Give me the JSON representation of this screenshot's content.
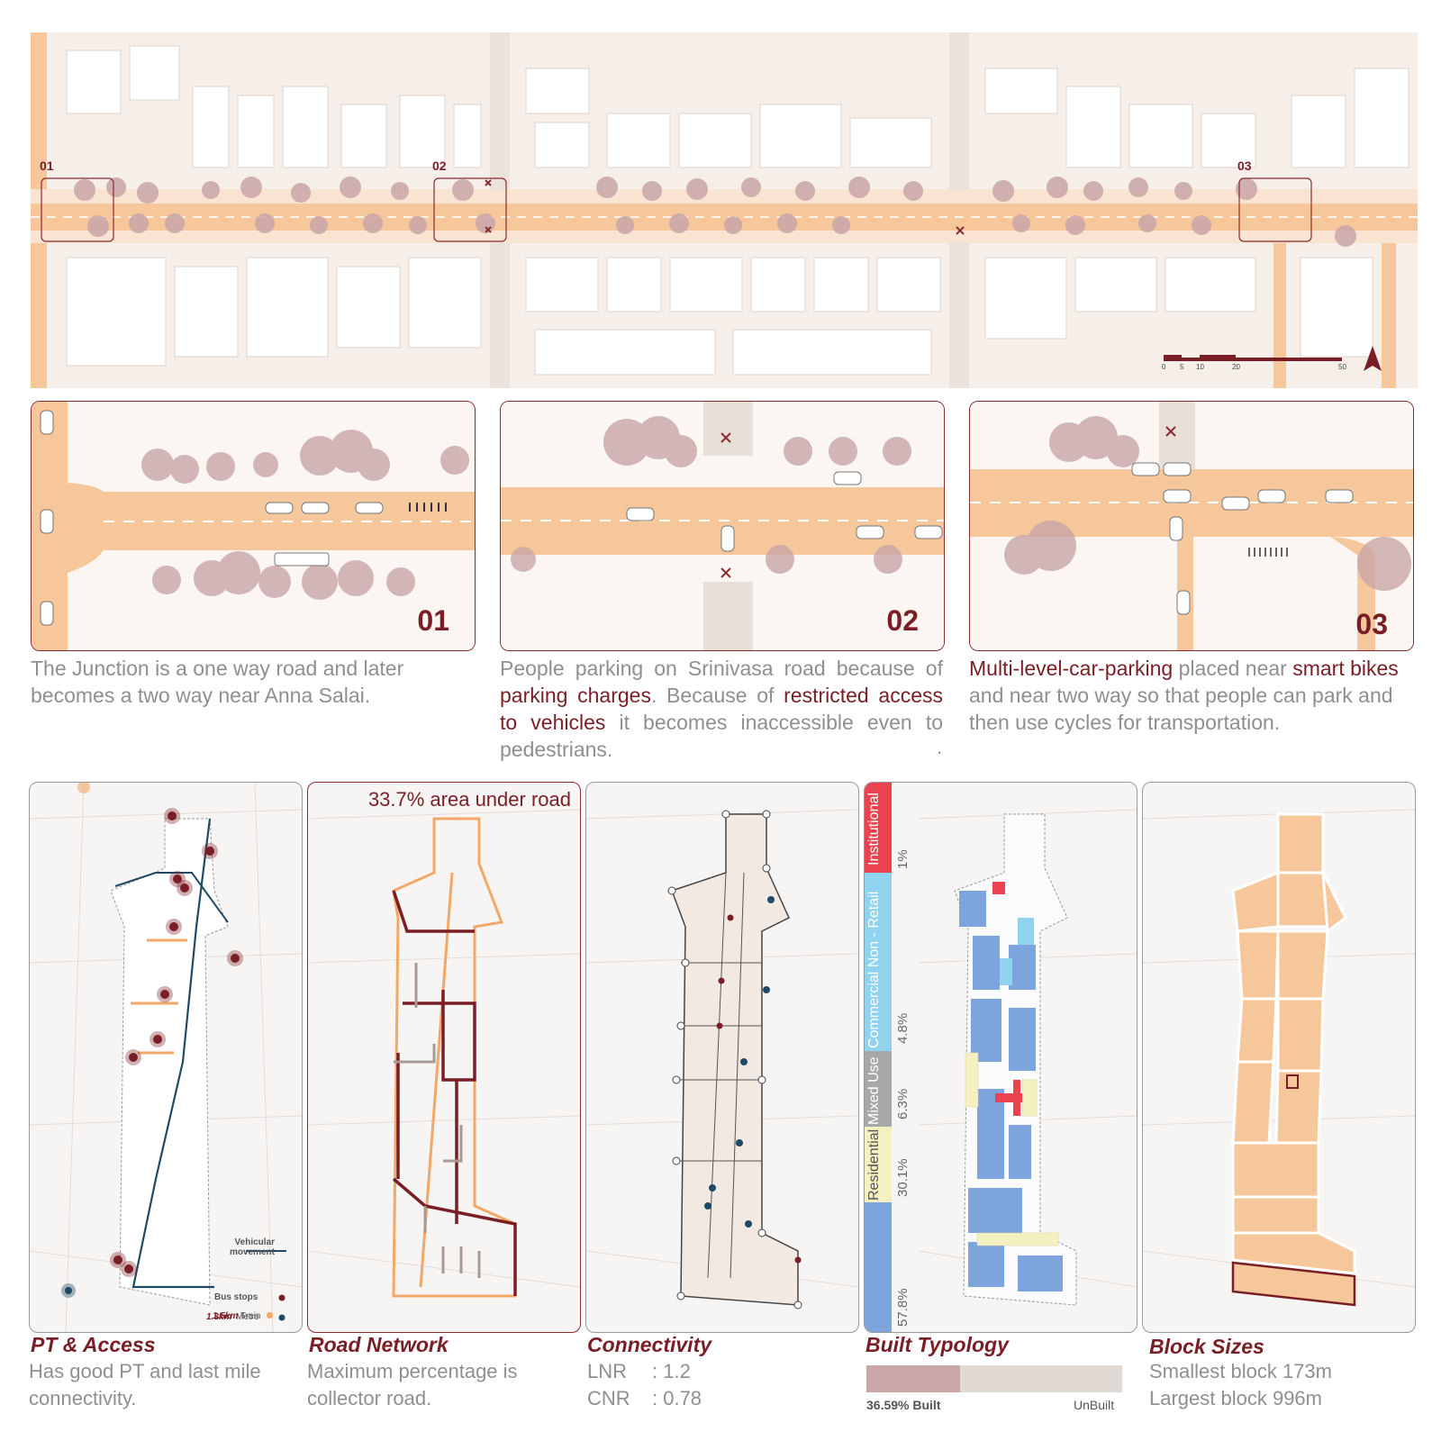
{
  "top_map": {
    "markers": [
      "01",
      "02",
      "03"
    ],
    "scale_ticks": [
      "0",
      "5",
      "10",
      "20",
      "50"
    ]
  },
  "zooms": [
    {
      "number": "01",
      "text_parts": [
        {
          "t": "The Junction is a one way road and later becomes a two way near Anna Salai.",
          "hl": false
        }
      ]
    },
    {
      "number": "02",
      "text_parts": [
        {
          "t": "People parking on Srinivasa road because of ",
          "hl": false
        },
        {
          "t": "parking charges",
          "hl": true
        },
        {
          "t": ". Because of ",
          "hl": false
        },
        {
          "t": "restricted access to vehicles",
          "hl": true
        },
        {
          "t": " it becomes inaccessible even to pedestrians.",
          "hl": false
        }
      ],
      "trailing": "."
    },
    {
      "number": "03",
      "text_parts": [
        {
          "t": "Multi-level-car-parking",
          "hl": true
        },
        {
          "t": " placed near ",
          "hl": false
        },
        {
          "t": "smart bikes",
          "hl": true
        },
        {
          "t": " and near two way so that people can park and then use cycles for transportation.",
          "hl": false
        }
      ]
    }
  ],
  "pt_access": {
    "title": "PT & Access",
    "desc_line1": "Has good PT and last mile",
    "desc_line2": "connectivity.",
    "legend": {
      "vehicular": "Vehicular movement",
      "bus": "Bus stops",
      "metro_dist": "1.3km",
      "metro": "Metro",
      "train_dist": "1.5km",
      "train": "Train"
    }
  },
  "road_network": {
    "title": "Road Network",
    "annotation": "33.7% area under road",
    "desc_line1": "Maximum percentage is",
    "desc_line2": "collector road."
  },
  "connectivity": {
    "title": "Connectivity",
    "lnr_label": "LNR",
    "lnr_value": ": 1.2",
    "cnr_label": "CNR",
    "cnr_value": ": 0.78"
  },
  "built_typology": {
    "title": "Built Typology",
    "categories": [
      {
        "name": "Institutional",
        "pct": "1%",
        "color": "#e8434f"
      },
      {
        "name": "Commercial Non - Retail",
        "pct": "4.8%",
        "color": "#8fd3ee"
      },
      {
        "name": "Mixed Use",
        "pct": "6.3%",
        "color": "#a8a8a8"
      },
      {
        "name": "Residential",
        "pct": "30.1%",
        "color": "#f4f0bf"
      },
      {
        "name": "",
        "pct": "57.8%",
        "color": "#7da4dc"
      }
    ],
    "built_label": "36.59% Built",
    "unbuilt_label": "UnBuilt",
    "built_fraction": 0.3659
  },
  "block_sizes": {
    "title": "Block Sizes",
    "desc_line1": "Smallest block 173m",
    "desc_line2": "Largest block 996m"
  },
  "colors": {
    "accent": "#7a1e25",
    "road": "#f6c79b",
    "road_orange": "#f2a867",
    "tree": "#c9a6a8",
    "navy": "#1f4a66"
  }
}
